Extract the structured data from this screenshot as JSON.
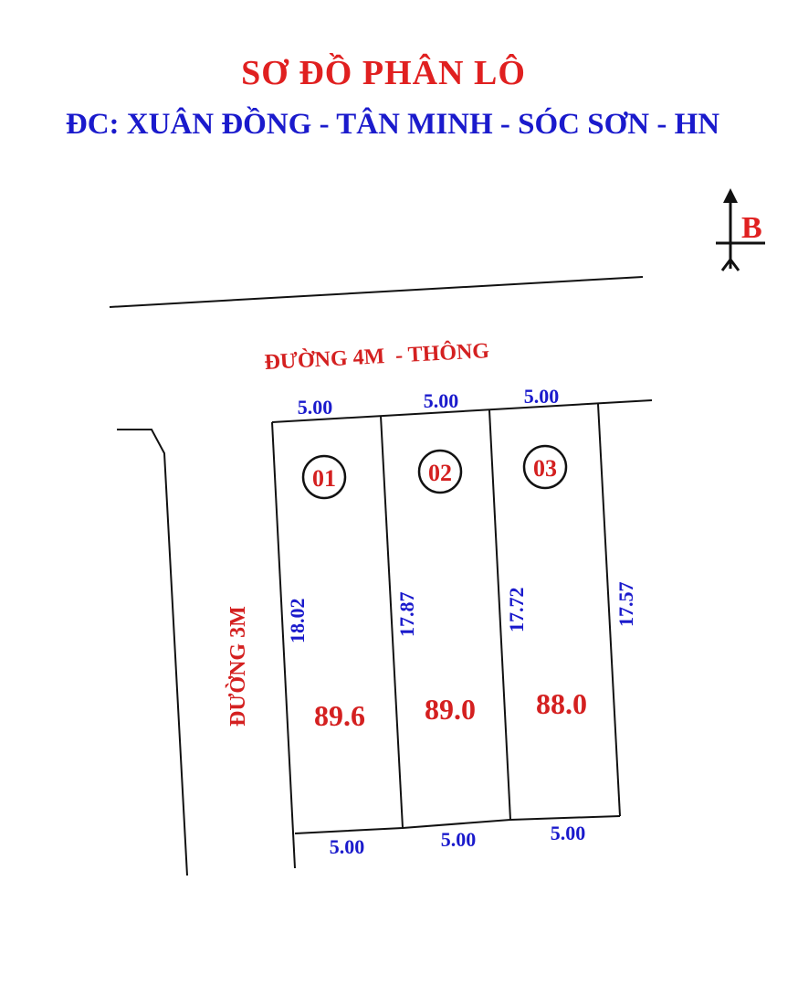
{
  "title": "SƠ ĐỒ PHÂN LÔ",
  "address": "ĐC: XUÂN ĐỒNG - TÂN MINH - SÓC SƠN - HN",
  "north_label": "B",
  "roads": {
    "top_road": "ĐƯỜNG 4M  - THÔNG",
    "left_road": "ĐƯỜNG 3M"
  },
  "lots": [
    {
      "id": "01",
      "area": "89.6",
      "top_width": "5.00",
      "bottom_width": "5.00"
    },
    {
      "id": "02",
      "area": "89.0",
      "top_width": "5.00",
      "bottom_width": "5.00"
    },
    {
      "id": "03",
      "area": "88.0",
      "top_width": "5.00",
      "bottom_width": "5.00"
    }
  ],
  "side_lengths": [
    "18.02",
    "17.87",
    "17.72",
    "17.57"
  ],
  "colors": {
    "title": "#e02020",
    "address": "#1a1acc",
    "dimension": "#1a1acc",
    "lot_label": "#d42020",
    "line": "#111111"
  }
}
